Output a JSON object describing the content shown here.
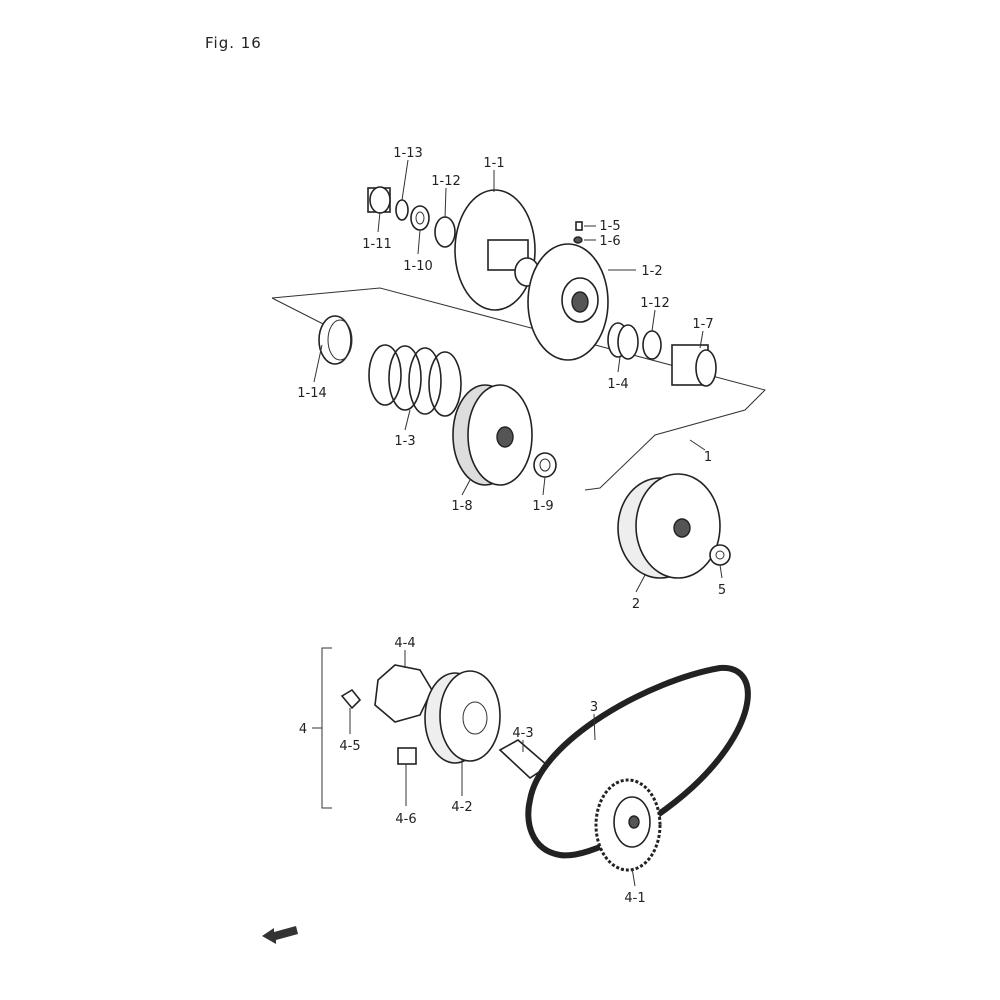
{
  "figure": {
    "title": "Fig. 16"
  },
  "labels": [
    "1-13",
    "1-12",
    "1-1",
    "1-11",
    "1-10",
    "1-5",
    "1-6",
    "1-2",
    "1-12",
    "1-7",
    "1-4",
    "1-14",
    "1-3",
    "1-8",
    "1-9",
    "1",
    "2",
    "5",
    "4-4",
    "4",
    "4-5",
    "4-3",
    "3",
    "4-6",
    "4-2",
    "4-1"
  ],
  "colors": {
    "ink": "#222222",
    "background": "#ffffff"
  },
  "icons": {
    "front_arrow": "arrow-left-icon"
  }
}
